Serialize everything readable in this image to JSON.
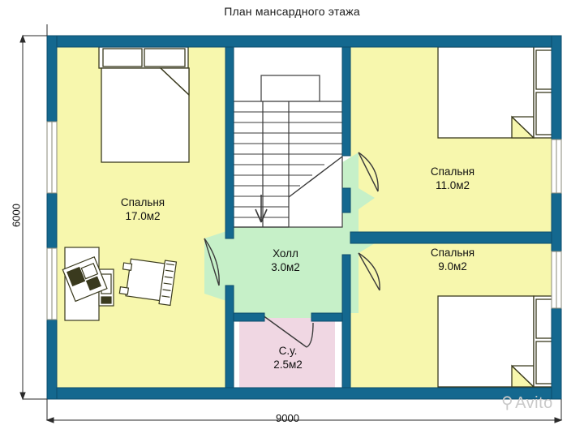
{
  "title": "План мансардного этажа",
  "dimensions": {
    "width_label": "9000",
    "height_label": "6000",
    "unit_implied": "mm"
  },
  "colors": {
    "wall": "#14688f",
    "wall_outline": "#0d4d6b",
    "room_bedroom_fill": "#f7f7ad",
    "room_hall_fill": "#c6f0c8",
    "room_bathroom_fill": "#f0d7e3",
    "furniture_fill": "#ffffff",
    "furniture_stroke": "#3a3a1e",
    "window_fill": "#ffffff",
    "dimension_line": "#2a2a2a",
    "text": "#111111",
    "watermark": "#c9c9c9",
    "background": "#ffffff"
  },
  "rooms": [
    {
      "id": "bedroom-left",
      "name": "Спальня",
      "area": "17.0м2",
      "fill": "bedroom"
    },
    {
      "id": "hall",
      "name": "Холл",
      "area": "3.0м2",
      "fill": "hall"
    },
    {
      "id": "bathroom",
      "name": "С.у.",
      "area": "2.5м2",
      "fill": "bathroom"
    },
    {
      "id": "bedroom-top-right",
      "name": "Спальня",
      "area": "11.0м2",
      "fill": "bedroom"
    },
    {
      "id": "bedroom-bottom-right",
      "name": "Спальня",
      "area": "9.0м2",
      "fill": "bedroom"
    }
  ],
  "furniture": [
    {
      "id": "bed-left-bedroom",
      "type": "double-bed",
      "room": "bedroom-left"
    },
    {
      "id": "desk-left-bedroom",
      "type": "desk-with-computer",
      "room": "bedroom-left"
    },
    {
      "id": "armchair-left-bedroom",
      "type": "armchair",
      "room": "bedroom-left"
    },
    {
      "id": "bed-top-right",
      "type": "double-bed",
      "room": "bedroom-top-right"
    },
    {
      "id": "bed-bottom-right",
      "type": "double-bed",
      "room": "bedroom-bottom-right"
    },
    {
      "id": "staircase",
      "type": "stair-run-down",
      "room": "hall",
      "direction": "down"
    }
  ],
  "watermark": {
    "text": "Avito",
    "mark": "⚲"
  }
}
